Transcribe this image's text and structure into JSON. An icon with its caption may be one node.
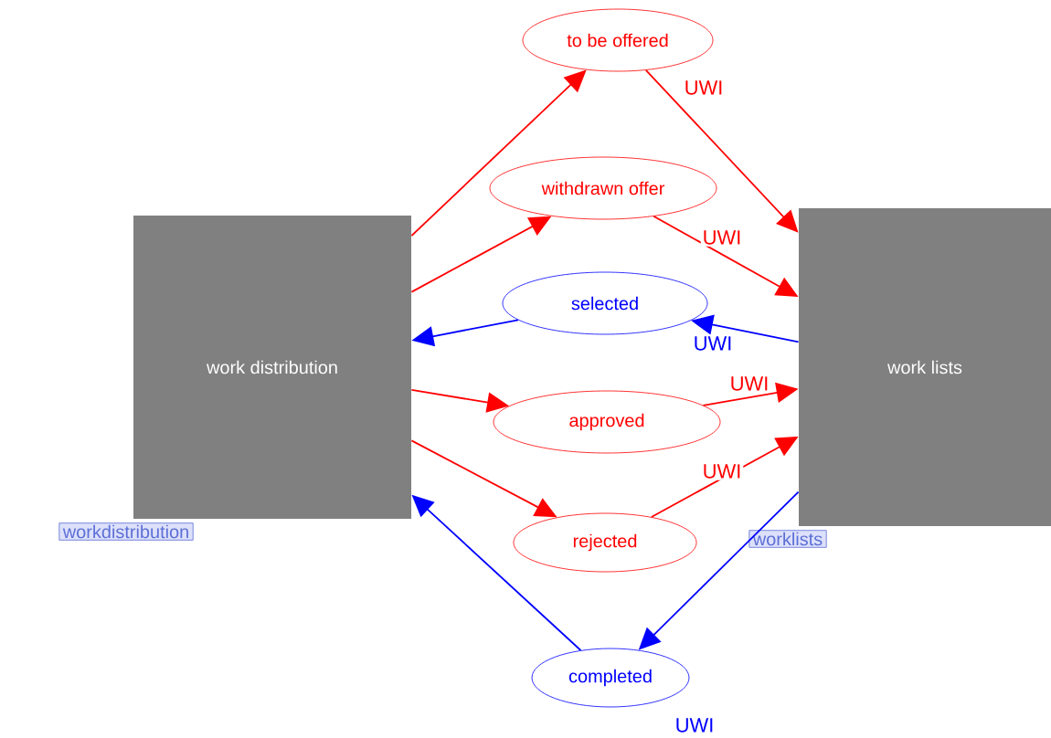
{
  "diagram": {
    "nodes": [
      {
        "text": [
          "work distribution"
        ],
        "beside": [
          "workdistribution"
        ]
      },
      {
        "text": [
          "work lists"
        ],
        "beside": [
          "worklists"
        ]
      },
      {
        "text": [
          "to be offered"
        ]
      },
      {
        "text": [
          "withdrawn offer"
        ]
      },
      {
        "text": [
          "selected"
        ]
      },
      {
        "text": [
          "approved"
        ]
      },
      {
        "text": [
          "rejected"
        ]
      },
      {
        "text": [
          "completed"
        ]
      }
    ],
    "edges": [
      {
        "from": 0,
        "to": 2,
        "arrow": "to"
      },
      {
        "from": 2,
        "to": 1,
        "arrow": "to",
        "label": "UWI"
      },
      {
        "from": 0,
        "to": 3,
        "arrow": "to"
      },
      {
        "from": 3,
        "to": 1,
        "arrow": "to",
        "label": "UWI"
      },
      {
        "from": 1,
        "to": 4,
        "arrow": "to",
        "label": "UWI",
        "color": "#0000ff"
      },
      {
        "from": 4,
        "to": 0,
        "arrow": "to",
        "color": "#0000ff"
      },
      {
        "from": 0,
        "to": 5,
        "arrow": "to"
      },
      {
        "from": 5,
        "to": 1,
        "arrow": "to",
        "label": "UWI"
      },
      {
        "from": 0,
        "to": 6,
        "arrow": "to"
      },
      {
        "from": 6,
        "to": 1,
        "arrow": "to",
        "label": "UWI"
      },
      {
        "from": 1,
        "to": 7,
        "arrow": "to",
        "label": "UWI",
        "color": "#0000ff"
      },
      {
        "from": 7,
        "to": 0,
        "arrow": "to",
        "color": "#0000ff"
      }
    ]
  }
}
